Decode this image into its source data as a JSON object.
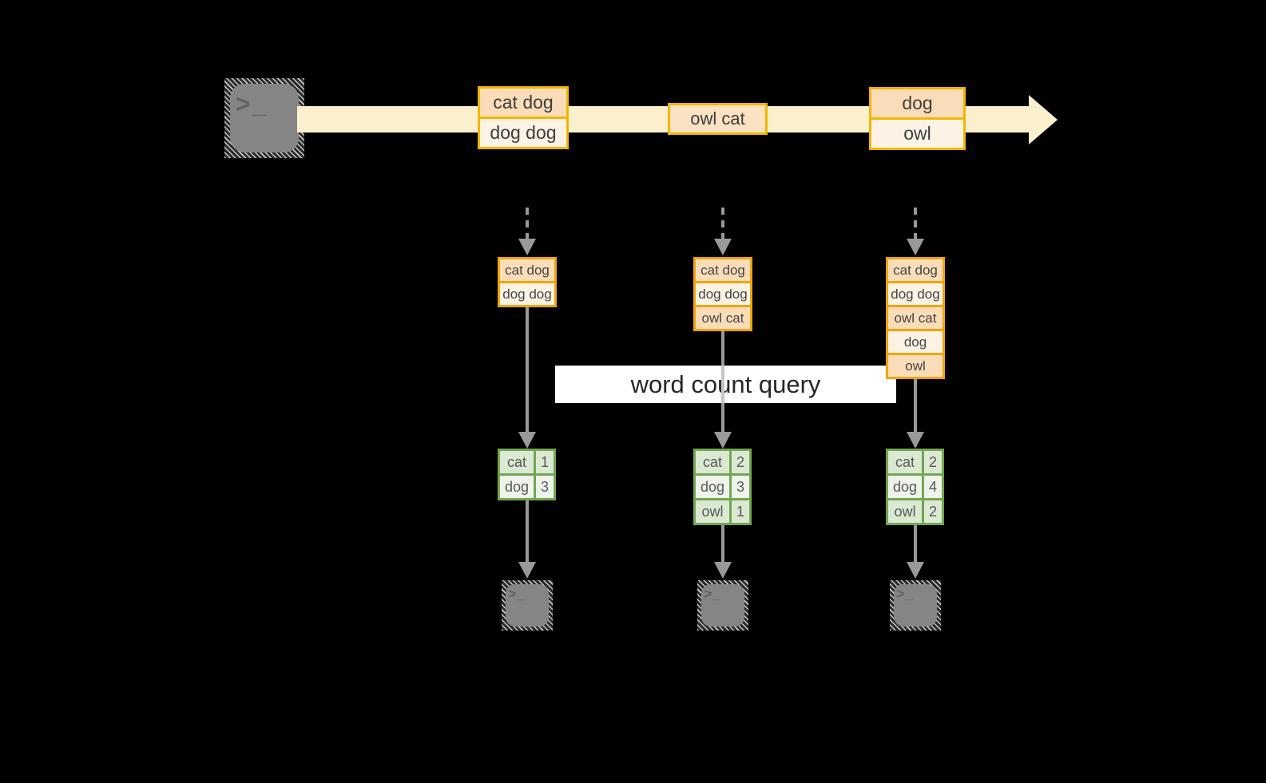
{
  "colors": {
    "band": "#FAF0CE",
    "goldbig": "#F2B600",
    "goldsm": "#F0A50A",
    "peach": "#FADDB8",
    "peachlt": "#FBE2C2",
    "cream": "#FDF3E4",
    "green": "#72A653",
    "gcella": "#DBE8D2",
    "gcellb": "#EEF4EA",
    "gray": "#999999",
    "termgray": "#858585"
  },
  "terminal_glyph": ">_",
  "query_label": "word count query",
  "stream": {
    "events": [
      {
        "rows": [
          "cat dog",
          "dog dog"
        ]
      },
      {
        "rows": [
          "owl cat"
        ]
      },
      {
        "rows": [
          "dog",
          "owl"
        ]
      }
    ]
  },
  "pipelines": [
    {
      "buffer": [
        "cat dog",
        "dog dog"
      ],
      "counts": [
        {
          "word": "cat",
          "count": "1"
        },
        {
          "word": "dog",
          "count": "3"
        }
      ]
    },
    {
      "buffer": [
        "cat dog",
        "dog dog",
        "owl cat"
      ],
      "counts": [
        {
          "word": "cat",
          "count": "2"
        },
        {
          "word": "dog",
          "count": "3"
        },
        {
          "word": "owl",
          "count": "1"
        }
      ]
    },
    {
      "buffer": [
        "cat dog",
        "dog dog",
        "owl cat",
        "dog",
        "owl"
      ],
      "counts": [
        {
          "word": "cat",
          "count": "2"
        },
        {
          "word": "dog",
          "count": "4"
        },
        {
          "word": "owl",
          "count": "2"
        }
      ]
    }
  ]
}
